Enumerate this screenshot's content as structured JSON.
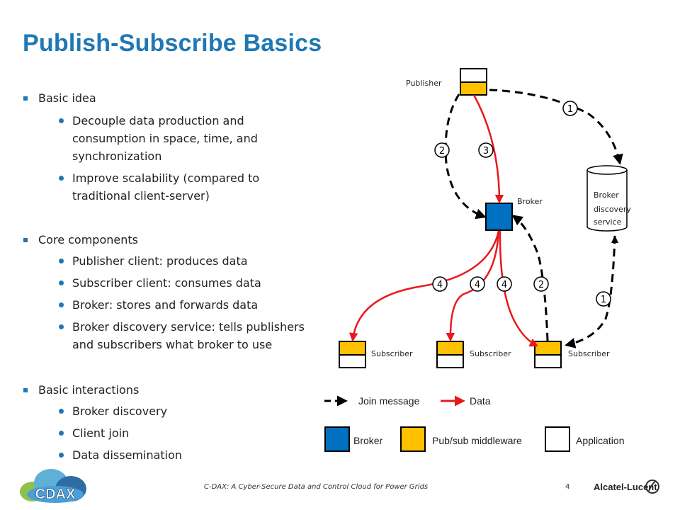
{
  "title": "Publish-Subscribe Basics",
  "sections": [
    {
      "heading": "Basic idea",
      "items": [
        "Decouple data production and consumption in space, time, and synchronization",
        "Improve scalability (compared to traditional client-server)"
      ]
    },
    {
      "heading": "Core components",
      "items": [
        "Publisher client: produces data",
        "Subscriber client: consumes data",
        "Broker: stores and forwards data",
        "Broker discovery service: tells publishers and subscribers what broker to use"
      ]
    },
    {
      "heading": "Basic interactions",
      "items": [
        "Broker discovery",
        "Client join",
        "Data dissemination"
      ]
    }
  ],
  "diagram": {
    "publisher_label": "Publisher",
    "broker_label": "Broker",
    "discovery_label_1": "Broker",
    "discovery_label_2": "discovery",
    "discovery_label_3": "service",
    "subscriber_label": "Subscriber",
    "step_1": "1",
    "step_2": "2",
    "step_3": "3",
    "step_4": "4",
    "colors": {
      "broker": "#0070c0",
      "middleware": "#ffc000",
      "data": "#e8191d",
      "join": "#000000"
    }
  },
  "legend": {
    "join": "Join message",
    "data": "Data",
    "broker": "Broker",
    "middleware": "Pub/sub middleware",
    "application": "Application"
  },
  "footer": {
    "title": "C-DAX: A Cyber-Secure Data and Control Cloud for Power Grids",
    "page": "4",
    "logo_text": "CDAX",
    "company": "Alcatel-Lucent"
  }
}
